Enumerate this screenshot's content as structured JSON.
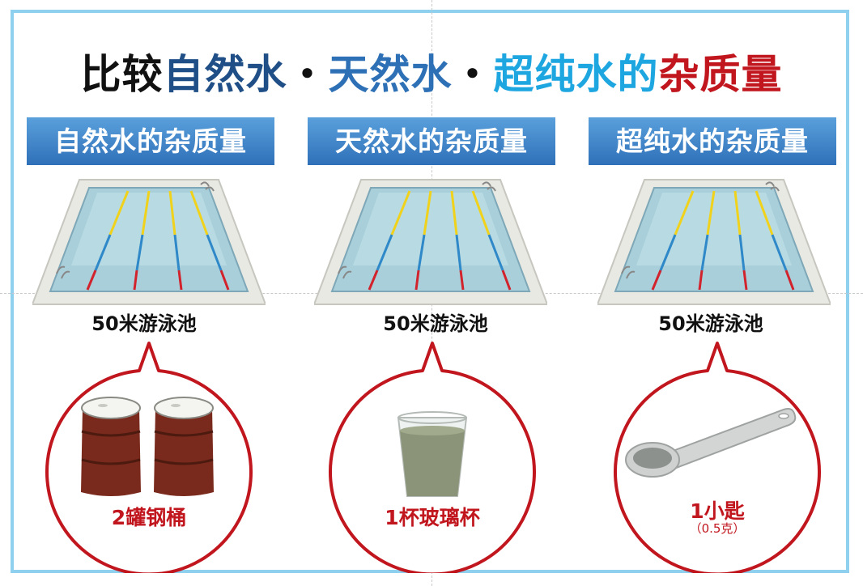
{
  "title": {
    "part1": "比较",
    "part2": "自然水",
    "sep1": "・",
    "part3": "天然水",
    "sep2": "・",
    "part4": "超纯水的",
    "part5": "杂质量"
  },
  "columns": [
    {
      "header": "自然水的杂质量",
      "pool_label": "50米游泳池",
      "caption": "2罐钢桶",
      "caption_sub": ""
    },
    {
      "header": "天然水的杂质量",
      "pool_label": "50米游泳池",
      "caption": "1杯玻璃杯",
      "caption_sub": ""
    },
    {
      "header": "超纯水的杂质量",
      "pool_label": "50米游泳池",
      "caption": "1小匙",
      "caption_sub": "（0.5克）"
    }
  ],
  "icons": [
    "swimming-pool-icon",
    "oil-drum-icon",
    "drinking-glass-icon",
    "measuring-spoon-icon"
  ],
  "colors": {
    "header_fill": "#3c82c8",
    "frame_border": "#8fd0ee",
    "bubble_border": "#c1161e",
    "accent_red": "#c1161e"
  }
}
